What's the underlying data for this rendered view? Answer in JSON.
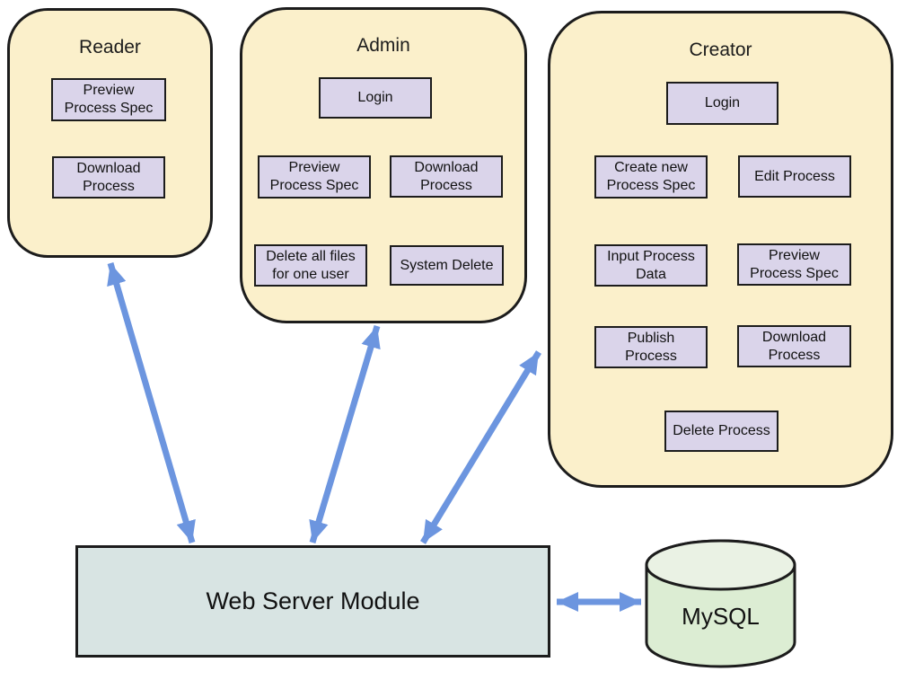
{
  "panels": [
    {
      "id": "reader",
      "title": "Reader",
      "actions": [
        {
          "label": "Preview\nProcess Spec"
        },
        {
          "label": "Download\nProcess"
        }
      ]
    },
    {
      "id": "admin",
      "title": "Admin",
      "actions": [
        {
          "label": "Login"
        },
        {
          "label": "Preview\nProcess Spec"
        },
        {
          "label": "Download\nProcess"
        },
        {
          "label": "Delete all files\nfor one user"
        },
        {
          "label": "System Delete"
        }
      ]
    },
    {
      "id": "creator",
      "title": "Creator",
      "actions": [
        {
          "label": "Login"
        },
        {
          "label": "Create new\nProcess Spec"
        },
        {
          "label": "Edit Process"
        },
        {
          "label": "Input Process\nData"
        },
        {
          "label": "Preview\nProcess Spec"
        },
        {
          "label": "Publish\nProcess"
        },
        {
          "label": "Download\nProcess"
        },
        {
          "label": "Delete Process"
        }
      ]
    }
  ],
  "server": {
    "label": "Web Server Module"
  },
  "database": {
    "label": "MySQL"
  },
  "connections": [
    {
      "from": "reader",
      "to": "web-server-module",
      "bidirectional": true
    },
    {
      "from": "admin",
      "to": "web-server-module",
      "bidirectional": true
    },
    {
      "from": "creator",
      "to": "web-server-module",
      "bidirectional": true
    },
    {
      "from": "web-server-module",
      "to": "mysql",
      "bidirectional": true
    }
  ],
  "colors": {
    "panel_fill": "#FBF0CB",
    "action_fill": "#DAD4EA",
    "server_fill": "#D8E4E3",
    "database_fill": "#DCEDD3",
    "database_top_fill": "#EAF2E4",
    "arrow": "#6C95DF",
    "outline": "#1c1c1c"
  }
}
